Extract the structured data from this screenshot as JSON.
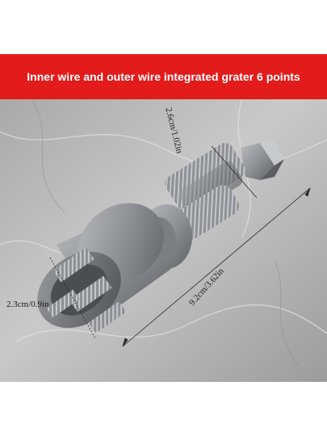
{
  "banner": {
    "text": "Inner wire and outer wire integrated grater 6 points",
    "background": "#e31b1b",
    "color": "#ffffff"
  },
  "dimensions": {
    "top": "2.6cm/1.02in",
    "length": "9.2cm/3.62in",
    "side": "2.3cm/0.9in"
  },
  "colors": {
    "marble": "#b9b9b9",
    "metal": "#8f9296"
  }
}
